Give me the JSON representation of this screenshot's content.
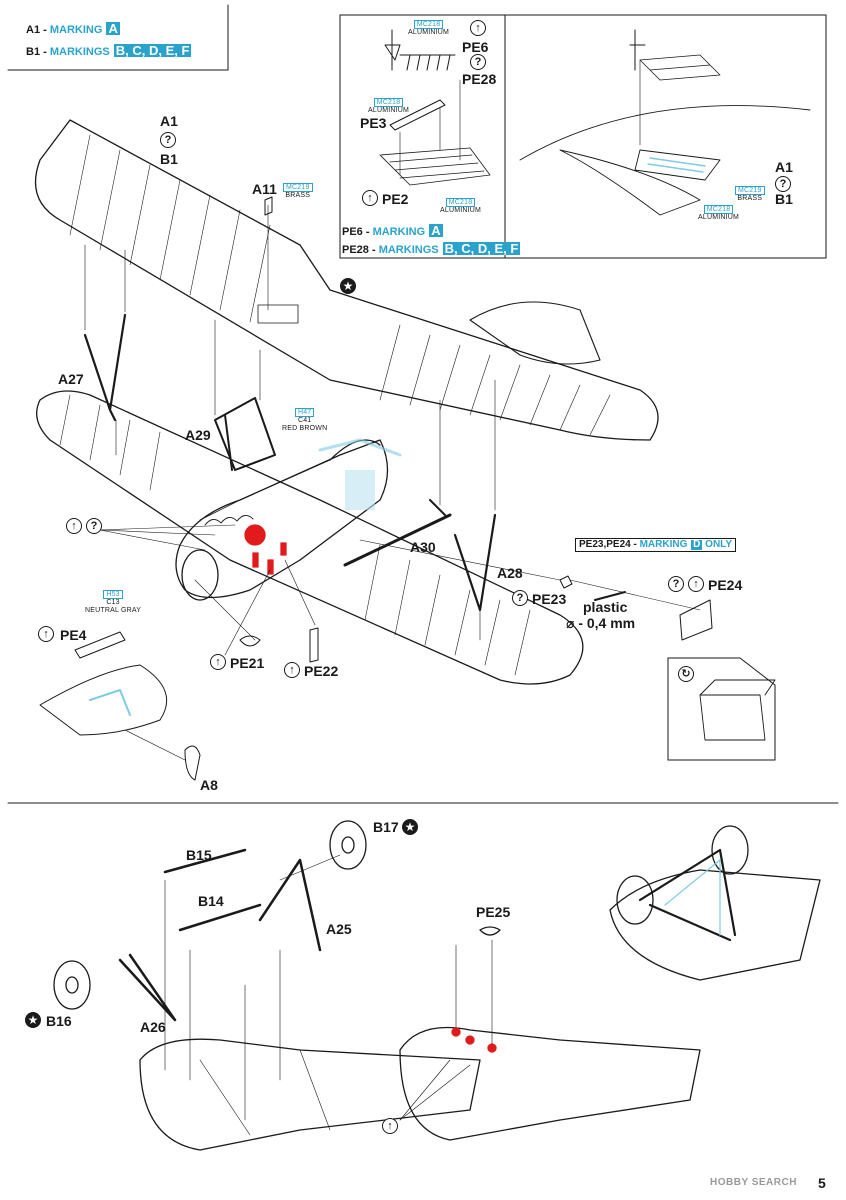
{
  "top_legend": {
    "a1_label": "A1 -",
    "a1_marking": "MARKING",
    "a1_box": "A",
    "b1_label": "B1 -",
    "b1_marking": "MARKINGS",
    "b1_boxes": "B, C, D, E, F"
  },
  "inset_legend": {
    "pe6_label": "PE6 -",
    "pe6_marking": "MARKING",
    "pe6_box": "A",
    "pe28_label": "PE28 -",
    "pe28_marking": "MARKINGS",
    "pe28_boxes": "B, C, D, E, F"
  },
  "pe23_note": {
    "label": "PE23,PE24 -",
    "marking": "MARKING",
    "box": "D",
    "only": "ONLY"
  },
  "materials": {
    "mc218_a": "MC218",
    "aluminium_a": "ALUMINIUM",
    "mc218_b": "MC218",
    "aluminium_b": "ALUMINIUM",
    "mc218_c": "MC218",
    "aluminium_c": "ALUMINIUM",
    "mc218_d": "MC218",
    "aluminium_d": "ALUMINIUM",
    "mc219_a": "MC219",
    "brass_a": "BRASS",
    "mc219_b": "MC219",
    "brass_b": "BRASS",
    "h47": "H47",
    "c41": "C41",
    "red_brown": "RED BROWN",
    "h53": "H53",
    "c13": "C13",
    "neutral_gray": "NEUTRAL GRAY"
  },
  "parts": {
    "a1": "A1",
    "b1": "B1",
    "a1_r": "A1",
    "b1_r": "B1",
    "a11": "A11",
    "pe6": "PE6",
    "pe28": "PE28",
    "pe3": "PE3",
    "pe2": "PE2",
    "a27": "A27",
    "a29": "A29",
    "a30": "A30",
    "a28": "A28",
    "pe23": "PE23",
    "pe24": "PE24",
    "pe4": "PE4",
    "pe21": "PE21",
    "pe22": "PE22",
    "a8": "A8",
    "b15": "B15",
    "b14": "B14",
    "b17": "B17",
    "b16": "B16",
    "a25": "A25",
    "a26": "A26",
    "pe25": "PE25"
  },
  "plastic": {
    "line1": "plastic",
    "line2": "⌀ - 0,4 mm"
  },
  "symbols": {
    "question": "?",
    "arrow": "↑",
    "star": "★",
    "bend": "↻"
  },
  "watermark": {
    "text": "HOBBY SEARCH",
    "page": "5"
  }
}
